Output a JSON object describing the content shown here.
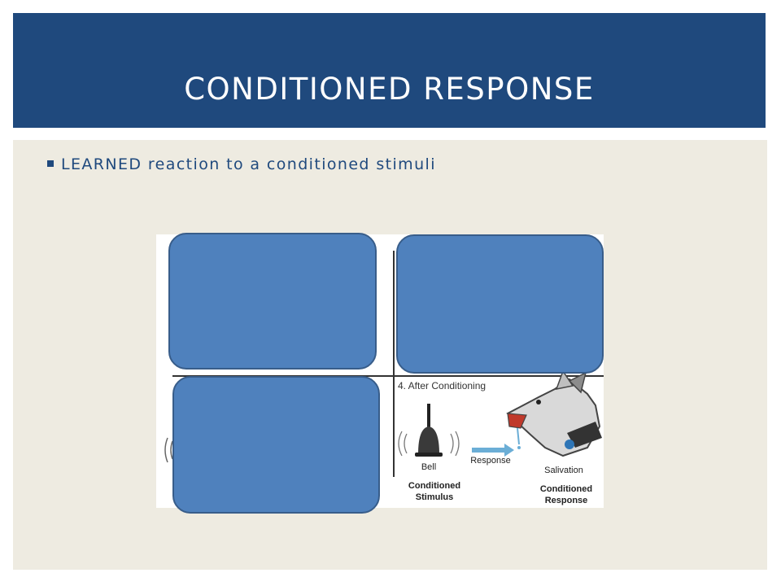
{
  "slide": {
    "title": "CONDITIONED RESPONSE",
    "bullet": {
      "emphasis": "LEARNED",
      "rest": " reaction to a conditioned stimuli"
    }
  },
  "diagram": {
    "panel4_heading": "4. After Conditioning",
    "bell_label": "Bell",
    "response_label": "Response",
    "salivation_label": "Salivation",
    "stimulus_label_line1": "Conditioned",
    "stimulus_label_line2": "Stimulus",
    "response_caption_line1": "Conditioned",
    "response_caption_line2": "Response",
    "colors": {
      "title_bar": "#1f497d",
      "content_bg": "#eeebe1",
      "cover_box": "#4f81bd"
    }
  }
}
